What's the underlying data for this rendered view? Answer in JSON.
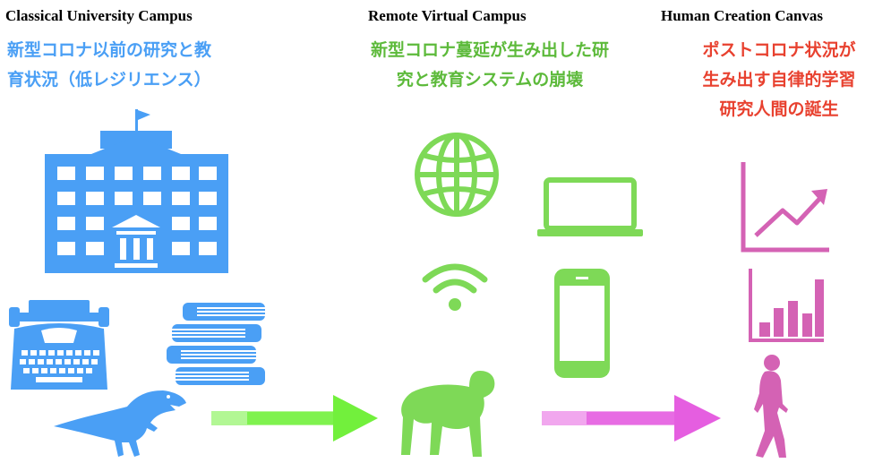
{
  "columns": [
    {
      "title": "Classical University Campus",
      "subtitle_lines": [
        "新型コロナ以前の研究と教",
        "育状況（低レジリエンス）"
      ],
      "color": "#4a9ff5"
    },
    {
      "title": "Remote Virtual Campus",
      "subtitle_lines": [
        "新型コロナ蔓延が生み出した研",
        "究と教育システムの崩壊"
      ],
      "color": "#5dba3b"
    },
    {
      "title": "Human Creation Canvas",
      "subtitle_lines": [
        "ポストコロナ状況が",
        "生み出す自律的学習",
        "研究人間の誕生"
      ],
      "color": "#e8412f"
    }
  ],
  "icon_colors": {
    "classical": "#4a9ff5",
    "remote": "#7ed957",
    "creation": "#d462b4"
  },
  "arrow_colors": {
    "first": "#72f03c",
    "second": "#e55ee0"
  }
}
